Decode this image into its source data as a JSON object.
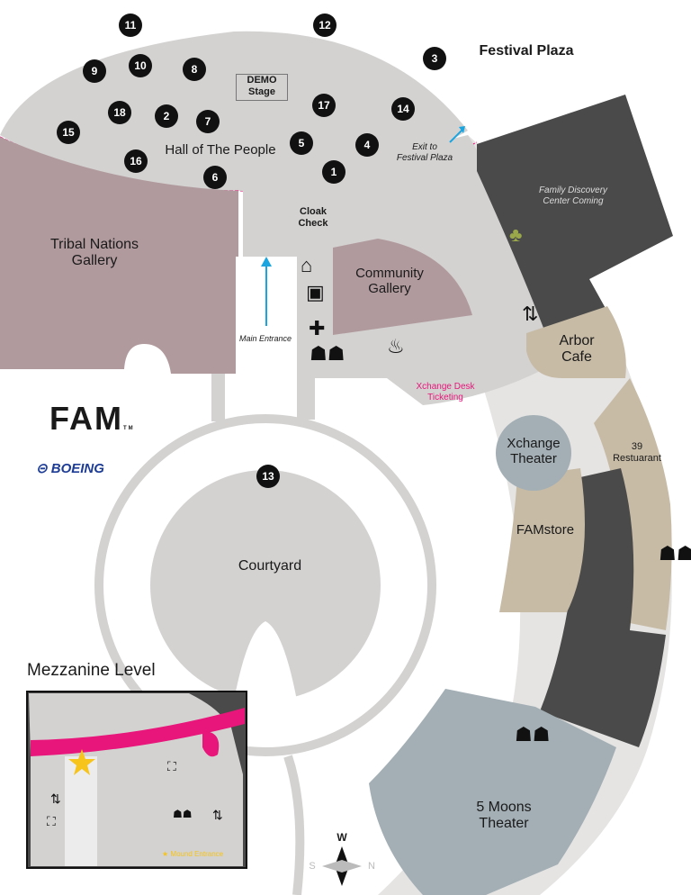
{
  "header": {
    "plaza": "Festival Plaza"
  },
  "areas": {
    "demo": "DEMO",
    "demo2": "Stage",
    "hall": "Hall of The People",
    "exit1": "Exit to",
    "exit2": "Festival Plaza",
    "tribal1": "Tribal Nations",
    "tribal2": "Gallery",
    "cloak1": "Cloak",
    "cloak2": "Check",
    "community1": "Community",
    "community2": "Gallery",
    "family1": "Family Discovery",
    "family2": "Center Coming",
    "arbor1": "Arbor",
    "arbor2": "Cafe",
    "main_entrance": "Main Entrance",
    "xdesk1": "Xchange Desk",
    "xdesk2": "Ticketing",
    "xtheater1": "Xchange",
    "xtheater2": "Theater",
    "rest1": "39",
    "rest2": "Restuarant",
    "famstore": "FAMstore",
    "courtyard": "Courtyard",
    "moons1": "5 Moons",
    "moons2": "Theater"
  },
  "numbers": [
    "11",
    "12",
    "3",
    "9",
    "10",
    "8",
    "18",
    "2",
    "7",
    "17",
    "14",
    "15",
    "16",
    "6",
    "5",
    "4",
    "1",
    "13"
  ],
  "logos": {
    "fam": "FAM",
    "fam_tm": "TM",
    "boeing": "BOEING"
  },
  "mezzanine": {
    "title": "Mezzanine Level",
    "legend": "Mound Entrance"
  },
  "compass": {
    "n": "W",
    "e": "N",
    "w": "S"
  },
  "colors": {
    "light_gray": "#d3d2d1",
    "dark_gray": "#4a4a4a",
    "mauve": "#b19a9e",
    "tan": "#c7bba6",
    "blue_gray": "#a3afb5",
    "accent_pink": "#e8157a",
    "star_yellow": "#f6c41b",
    "arrow_blue": "#1aa5e0"
  },
  "icons": [
    "hanger-icon",
    "luggage-icon",
    "first-aid-icon",
    "restroom-icon",
    "water-fountain-icon",
    "elevator-icon",
    "stairs-icon",
    "turtle-icon",
    "compass-icon"
  ]
}
